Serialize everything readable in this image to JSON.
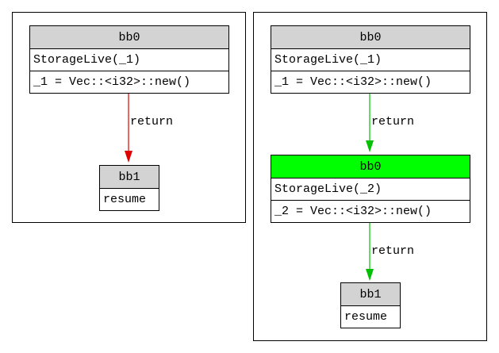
{
  "left_panel": {
    "nodes": [
      {
        "title": "bb0",
        "statements": [
          "StorageLive(_1)",
          "_1 = Vec::<i32>::new()"
        ]
      },
      {
        "title": "bb1",
        "statements": [
          "resume"
        ]
      }
    ],
    "edges": [
      {
        "label": "return",
        "color": "#e00000"
      }
    ]
  },
  "right_panel": {
    "nodes": [
      {
        "title": "bb0",
        "statements": [
          "StorageLive(_1)",
          "_1 = Vec::<i32>::new()"
        ]
      },
      {
        "title": "bb0",
        "statements": [
          "StorageLive(_2)",
          "_2 = Vec::<i32>::new()"
        ],
        "highlight_color": "#00ff00"
      },
      {
        "title": "bb1",
        "statements": [
          "resume"
        ]
      }
    ],
    "edges": [
      {
        "label": "return",
        "color": "#00c000"
      },
      {
        "label": "return",
        "color": "#00c000"
      }
    ]
  }
}
